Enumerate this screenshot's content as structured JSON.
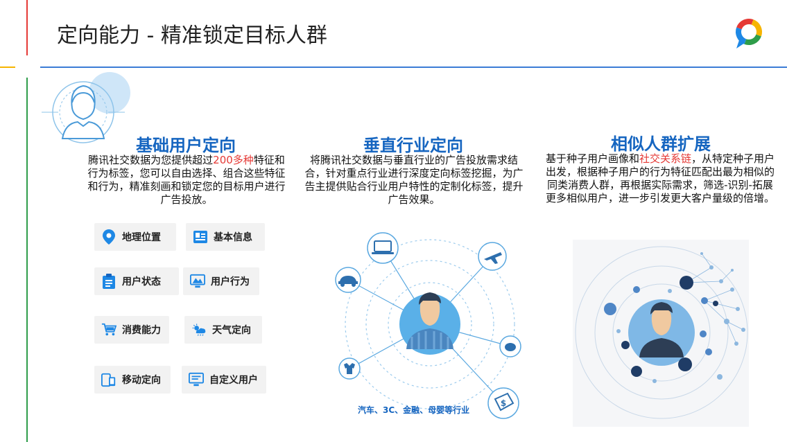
{
  "header": {
    "title": "定向能力 - 精准锁定目标人群"
  },
  "columns": [
    {
      "title": "基础用户定向",
      "desc_before": "腾讯社交数据为您提供超过",
      "desc_highlight": "200多种",
      "desc_after": "特征和行为标签，您可以自由选择、组合这些特征和行为，精准刻画和锁定您的目标用户进行广告投放。"
    },
    {
      "title": "垂直行业定向",
      "desc": "将腾讯社交数据与垂直行业的广告投放需求结合，针对重点行业进行深度定向标签挖掘，为广告主提供贴合行业用户特性的定制化标签，提升广告效果。"
    },
    {
      "title": "相似人群扩展",
      "desc_before": "基于种子用户画像和",
      "desc_highlight": "社交关系链",
      "desc_after": "，从特定种子用户出发，根据种子用户的行为特征匹配出最为相似的同类消费人群，再根据实际需求，筛选-识别-拓展更多相似用户，进一步引发更大客户量级的倍增。"
    }
  ],
  "tags": [
    {
      "label": "地理位置",
      "icon": "location-pin-icon"
    },
    {
      "label": "基本信息",
      "icon": "profile-card-icon"
    },
    {
      "label": "用户状态",
      "icon": "clipboard-icon"
    },
    {
      "label": "用户行为",
      "icon": "monitor-chart-icon"
    },
    {
      "label": "消费能力",
      "icon": "shopping-cart-icon"
    },
    {
      "label": "天气定向",
      "icon": "weather-icon"
    },
    {
      "label": "移动定向",
      "icon": "mobile-devices-icon"
    },
    {
      "label": "自定义用户",
      "icon": "custom-screen-icon"
    }
  ],
  "industry_caption": "汽车、3C、金融、母婴等行业",
  "colors": {
    "accent_blue": "#1565c0",
    "highlight_red": "#e53935",
    "rule_blue": "#3a7bd5",
    "rail_green": "#2e9d4a",
    "rail_red": "#e53935",
    "rail_yellow": "#f6b400"
  }
}
